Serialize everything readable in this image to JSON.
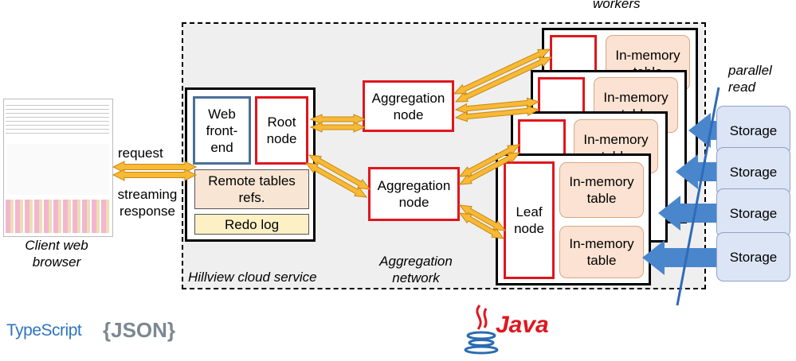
{
  "labels": {
    "workers": "workers",
    "parallel_read": "parallel read",
    "client_caption": "Client web browser",
    "request": "request",
    "streaming_response": "streaming response",
    "cloud_service": "Hillview cloud service",
    "aggregation_network": "Aggregation network"
  },
  "root_box": {
    "web_frontend": "Web front-end",
    "root_node": "Root node",
    "remote_tables": "Remote tables refs.",
    "redo_log": "Redo log"
  },
  "aggregation_nodes": [
    "Aggregation node",
    "Aggregation node"
  ],
  "workers": {
    "in_memory_table": "In-memory table",
    "leaf_node": "Leaf node"
  },
  "storage": [
    "Storage",
    "Storage",
    "Storage",
    "Storage"
  ],
  "logos": {
    "typescript": "TypeScript",
    "json": "{JSON}",
    "java": "Java"
  },
  "colors": {
    "leaf_border": "#e0161e",
    "arrow_fill": "#f9b935",
    "memory_fill": "#fbe2d2",
    "storage_fill": "#dbe5f5",
    "storage_arrow": "#4a86cc",
    "typescript": "#2f74c0",
    "java": "#e0161e"
  }
}
